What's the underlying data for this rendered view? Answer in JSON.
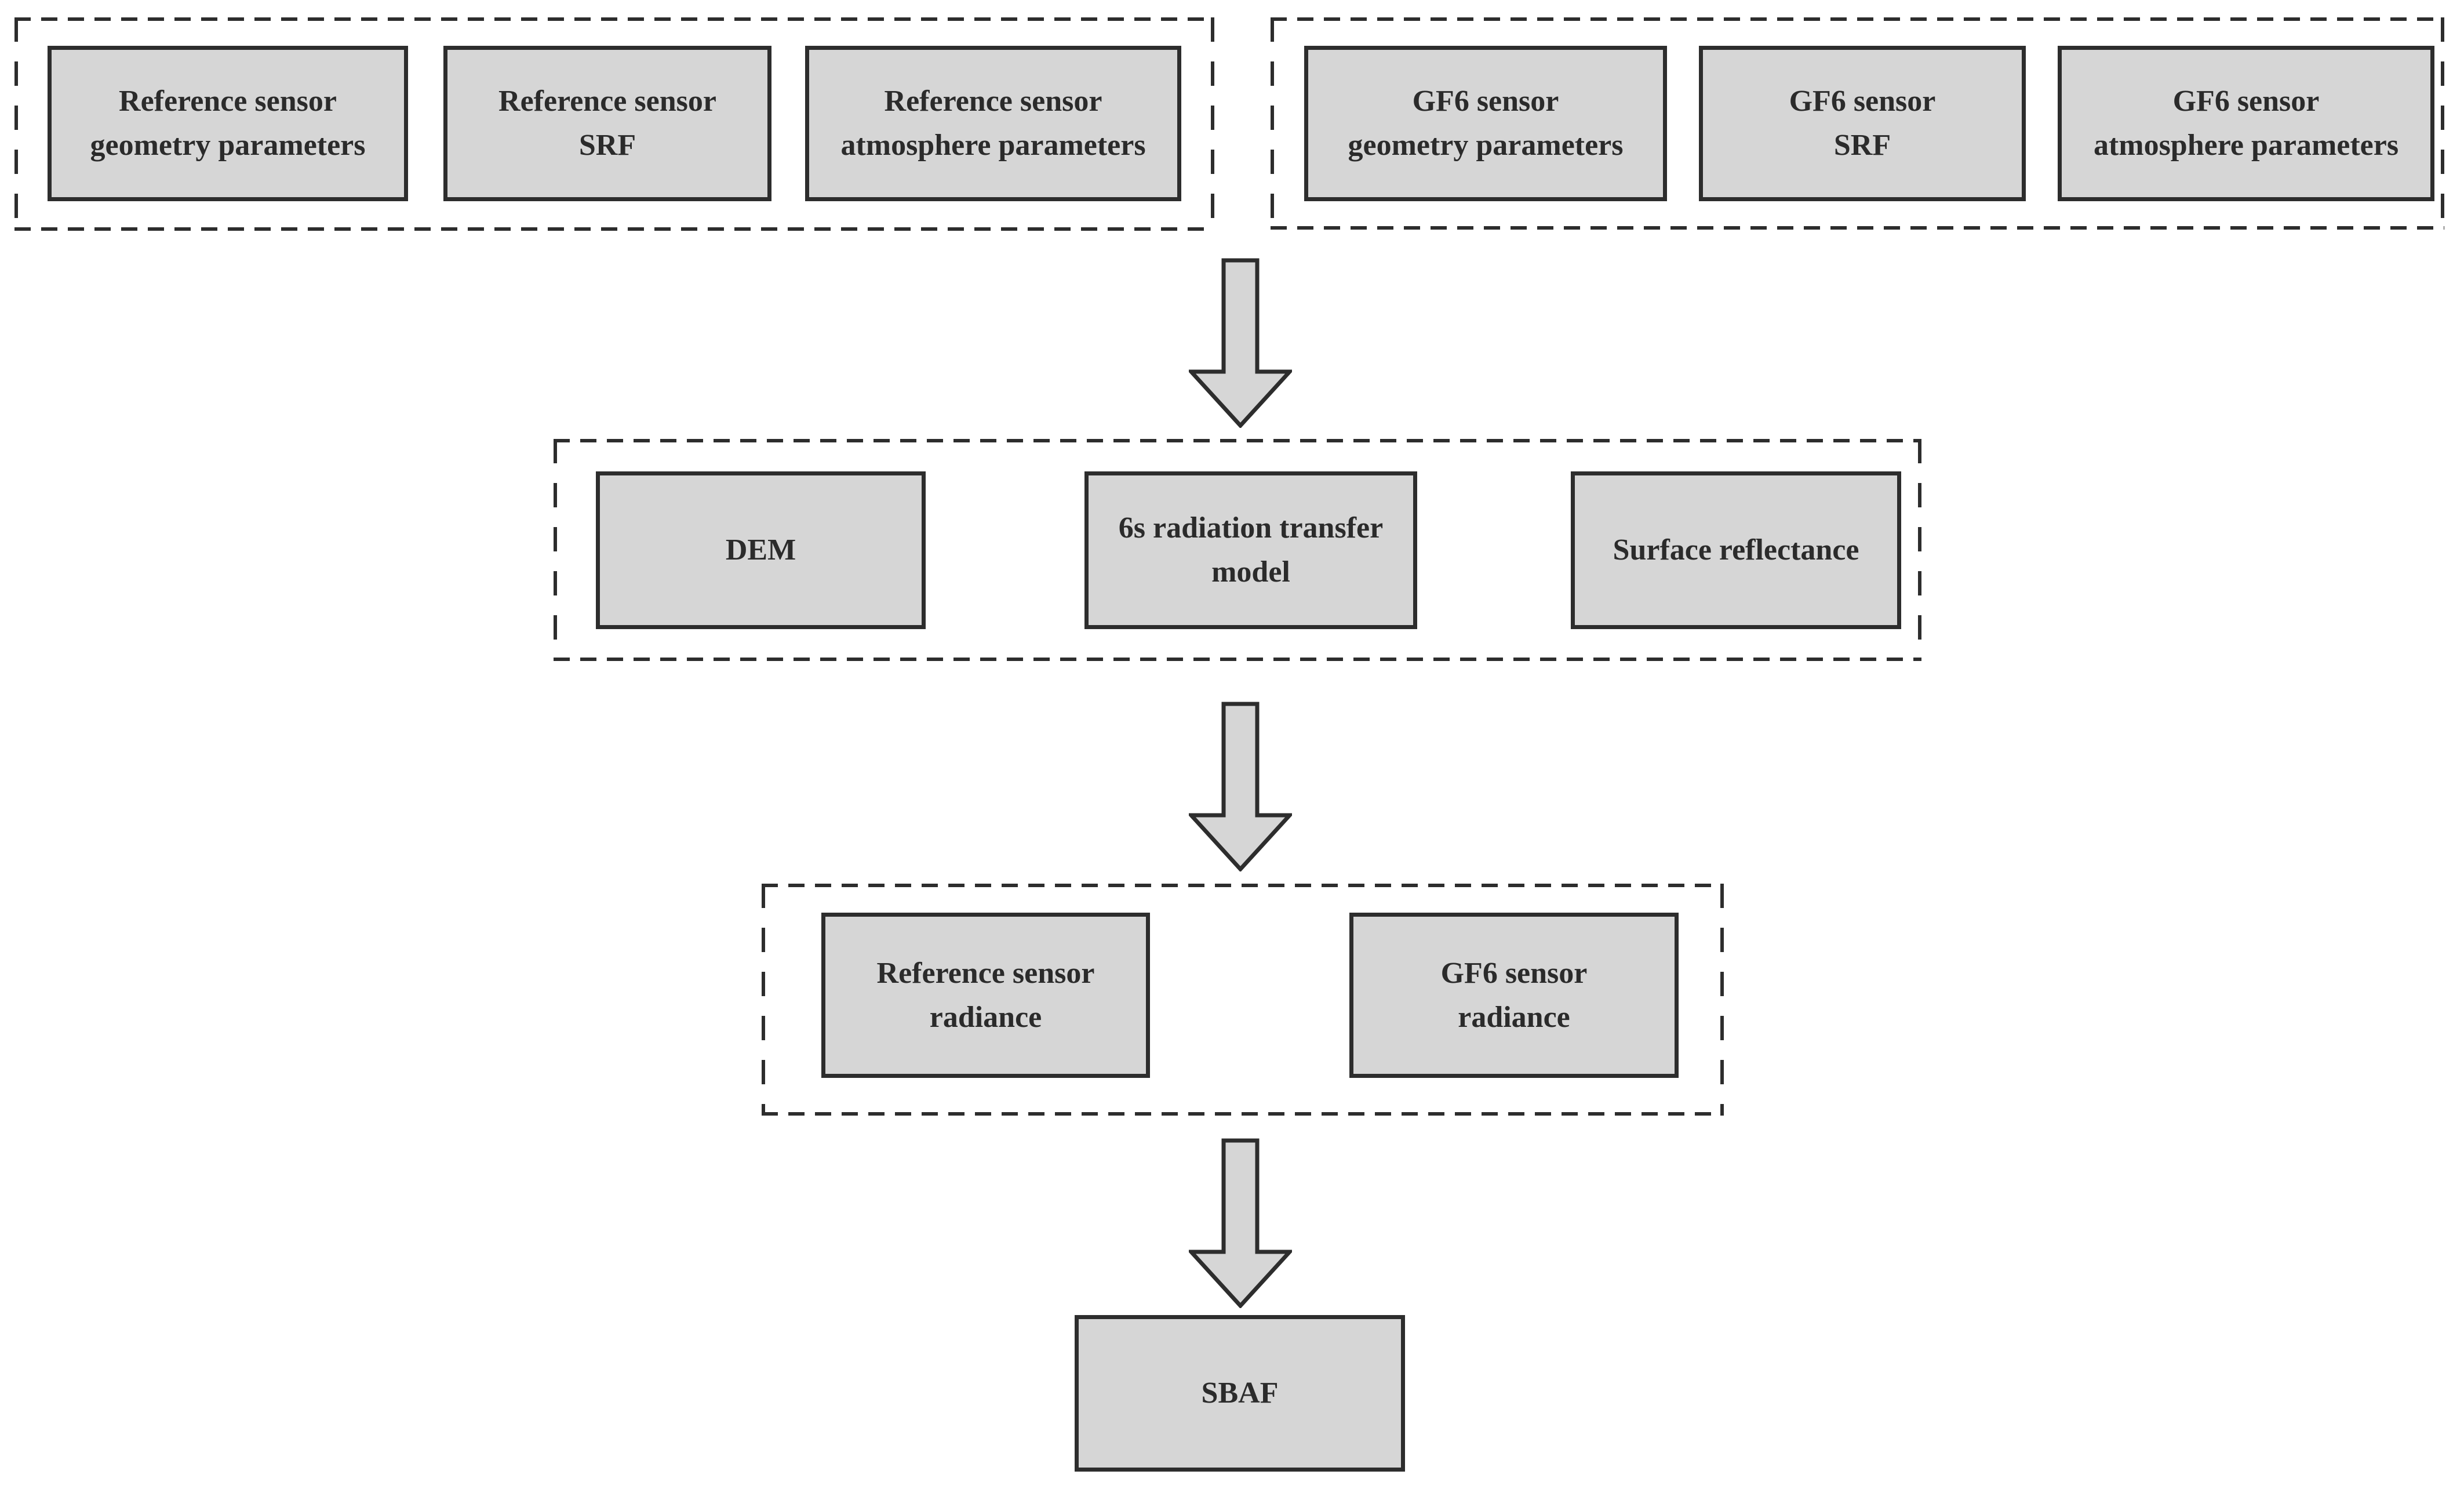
{
  "figure": {
    "type": "flowchart",
    "description": "SBAF calculation workflow flowchart"
  },
  "colors": {
    "background": "#ffffff",
    "box_fill": "#d6d6d6",
    "box_border": "#2d2d2d",
    "dashed_border": "#2d2d2d",
    "text": "#2b2b2b",
    "arrow_fill": "#d6d6d6",
    "arrow_outline": "#2d2d2d"
  },
  "icons": {
    "arrow_1": "block-arrow-down-icon",
    "arrow_2": "block-arrow-down-icon",
    "arrow_3": "block-arrow-down-icon"
  },
  "flow": {
    "reference_group": {
      "boxes": [
        {
          "label": "Reference sensor geometry parameters",
          "lines": [
            "Reference sensor",
            "geometry parameters"
          ]
        },
        {
          "label": "Reference sensor SRF",
          "lines": [
            "Reference sensor",
            "SRF"
          ]
        },
        {
          "label": "Reference sensor atmosphere parameters",
          "lines": [
            "Reference sensor",
            "atmosphere parameters"
          ]
        }
      ]
    },
    "gf6_group": {
      "boxes": [
        {
          "label": "GF6 sensor geometry parameters",
          "lines": [
            "GF6 sensor",
            "geometry parameters"
          ]
        },
        {
          "label": "GF6 sensor SRF",
          "lines": [
            "GF6 sensor",
            "SRF"
          ]
        },
        {
          "label": "GF6 sensor atmosphere parameters",
          "lines": [
            "GF6 sensor",
            "atmosphere parameters"
          ]
        }
      ]
    },
    "model_group": {
      "boxes": [
        {
          "label": "DEM",
          "lines": [
            "DEM"
          ]
        },
        {
          "label": "6s radiation transfer model",
          "lines": [
            "6s radiation transfer",
            "model"
          ]
        },
        {
          "label": "Surface reflectance",
          "lines": [
            "Surface reflectance"
          ]
        }
      ]
    },
    "radiance_group": {
      "boxes": [
        {
          "label": "Reference sensor radiance",
          "lines": [
            "Reference sensor",
            "radiance"
          ]
        },
        {
          "label": "GF6 sensor radiance",
          "lines": [
            "GF6 sensor",
            "radiance"
          ]
        }
      ]
    },
    "output_box": {
      "label": "SBAF"
    }
  }
}
